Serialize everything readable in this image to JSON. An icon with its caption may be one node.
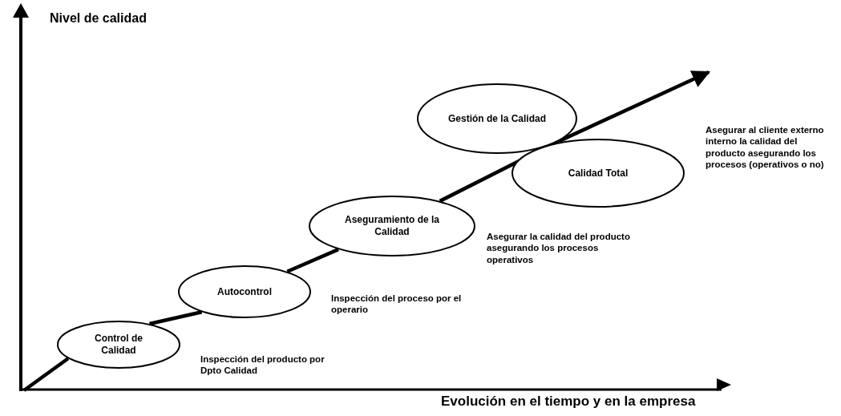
{
  "diagram": {
    "nodes": [
      {
        "text": [
          "Control de Calidad"
        ],
        "beside": [
          "Inspección del producto por Dpto Calidad"
        ]
      },
      {
        "text": [
          "Autocontrol"
        ],
        "beside": [
          "Inspección del proceso por el operario"
        ]
      },
      {
        "text": [
          "Aseguramiento de la Calidad"
        ],
        "beside": [
          "Asegurar la calidad del producto asegurando los procesos operativos"
        ]
      },
      {
        "text": [
          "Gestión de la Calidad"
        ]
      },
      {
        "text": [
          "Calidad Total"
        ],
        "beside": [
          "Asegurar al cliente externo interno la calidad del producto asegurando los procesos (operativos o no)"
        ]
      }
    ],
    "edges": [
      {
        "from": null,
        "to": 0,
        "arrow": "none"
      },
      {
        "from": 0,
        "to": 1,
        "arrow": "none"
      },
      {
        "from": 1,
        "to": 2,
        "arrow": "none"
      },
      {
        "from": 2,
        "to": 3,
        "arrow": "none"
      },
      {
        "from": 3,
        "to": null,
        "arrow": "to"
      }
    ],
    "labels": [
      "Nivel de calidad",
      "Evolución en el tiempo y en la empresa"
    ]
  }
}
